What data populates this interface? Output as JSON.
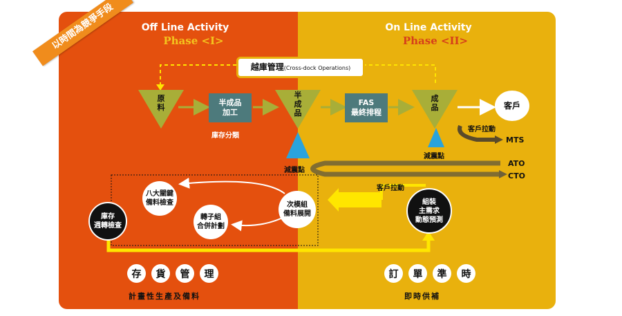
{
  "banner": "以時間為競爭手段",
  "offline": {
    "title": "Off Line Activity",
    "phase": "Phase <I>"
  },
  "online": {
    "title": "On Line Activity",
    "phase": "Phase <II>"
  },
  "crossdock": {
    "main": "越庫管理",
    "sub": "(Cross-dock Operations)"
  },
  "nodes": {
    "raw": "原料",
    "semi_proc": [
      "半成品",
      "加工"
    ],
    "semi": "半成品",
    "fas": [
      "FAS",
      "最終排程"
    ],
    "finished": "成品",
    "customer": "客戶"
  },
  "labels": {
    "inventory_class": "庫存分類",
    "buffer_left": "減震點",
    "buffer_right": "減震點",
    "pull_top": "客戶拉動",
    "pull_mid": "客戶拉動",
    "mts": "MTS",
    "ato": "ATO",
    "cto": "CTO"
  },
  "circles": {
    "eight": [
      "八大關鍵",
      "備料檢查"
    ],
    "transfer": [
      "轉子組",
      "合併計劃"
    ],
    "next": [
      "次模組",
      "備料展開"
    ],
    "inventory_check": [
      "庫存",
      "週轉檢查"
    ],
    "assembly": [
      "組裝",
      "主需求",
      "動態預測"
    ]
  },
  "bottom_left": {
    "chars": [
      "存",
      "貨",
      "管",
      "理"
    ],
    "caption": "計畫性生產及備料"
  },
  "bottom_right": {
    "chars": [
      "訂",
      "單",
      "準",
      "時"
    ],
    "caption": "即時供補"
  },
  "colors": {
    "left_panel": "#e4500e",
    "right_panel": "#e9b10d",
    "triangle_down": "#a8ae38",
    "triangle_up": "#2aa3dc",
    "process_box": "#4d7a7c",
    "arrow_green": "#a8ae38",
    "arrow_yellow": "#ffe600"
  }
}
